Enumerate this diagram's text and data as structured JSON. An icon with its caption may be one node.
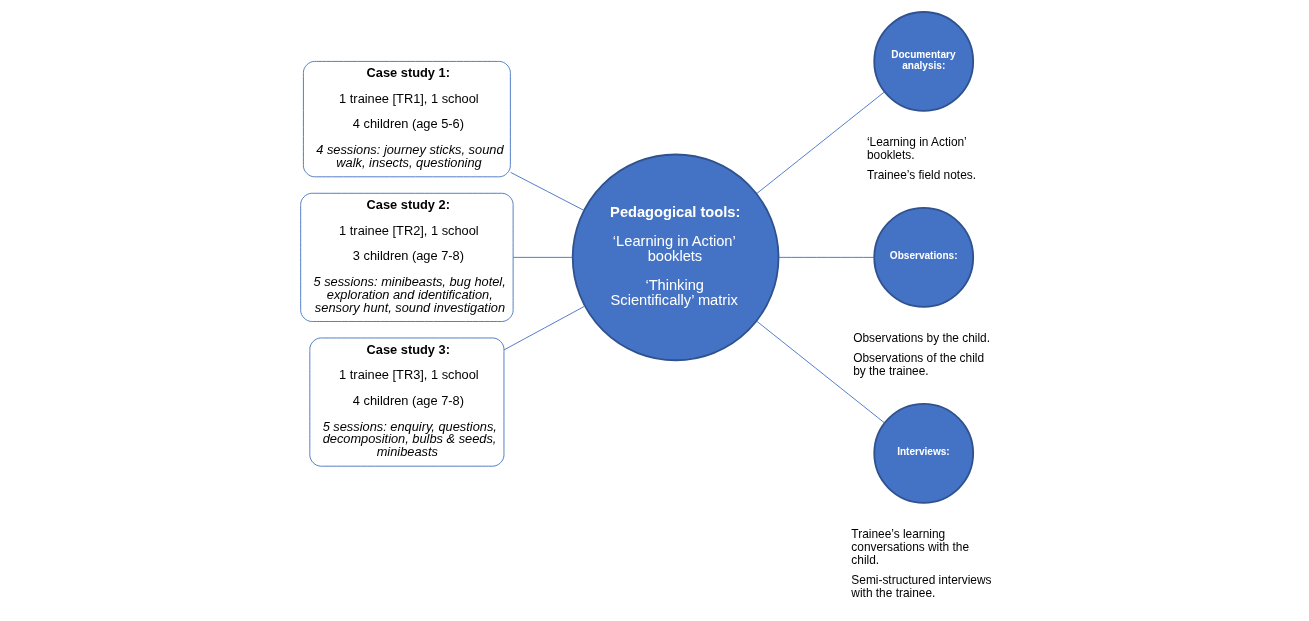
{
  "diagram": {
    "nodes": [
      {
        "text": [
          "Case study 1:",
          "1 trainee [TR1], 1 school",
          "4 children (age 5-6)",
          "4 sessions: journey sticks, sound walk, insects, questioning"
        ]
      },
      {
        "text": [
          "Case study 2:",
          "1 trainee [TR2], 1 school",
          "3 children (age 7-8)",
          "5 sessions: minibeasts, bug hotel, exploration and identification, sensory hunt, sound investigation"
        ]
      },
      {
        "text": [
          "Case study 3:",
          "1 trainee [TR3], 1 school",
          "4 children (age 7-8)",
          "5 sessions: enquiry, questions, decomposition, bulbs & seeds, minibeasts"
        ]
      },
      {
        "text": [
          "Pedagogical tools:",
          "‘Learning in Action’ booklets",
          "‘Thinking Scientifically’ matrix"
        ]
      },
      {
        "text": [
          "Documentary analysis:"
        ],
        "beside": [
          "‘Learning in Action’ booklets.",
          "Trainee’s field notes."
        ]
      },
      {
        "text": [
          "Observations:"
        ],
        "beside": [
          "Observations by the child.",
          "Observations of the child by the trainee."
        ]
      },
      {
        "text": [
          "Interviews:"
        ],
        "beside": [
          "Trainee’s learning conversations with the child.",
          "Semi-structured interviews with the trainee."
        ]
      }
    ],
    "edges": [
      {
        "from": 0,
        "to": 3,
        "arrow": "none"
      },
      {
        "from": 1,
        "to": 3,
        "arrow": "none"
      },
      {
        "from": 2,
        "to": 3,
        "arrow": "none"
      },
      {
        "from": 3,
        "to": 4,
        "arrow": "none"
      },
      {
        "from": 3,
        "to": 5,
        "arrow": "none"
      },
      {
        "from": 3,
        "to": 6,
        "arrow": "none"
      }
    ]
  }
}
